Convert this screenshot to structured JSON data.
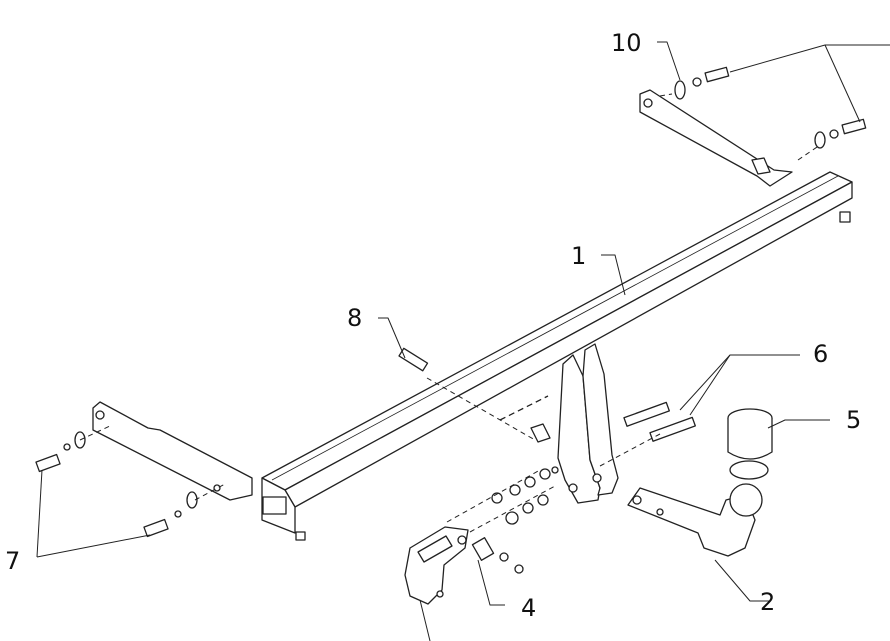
{
  "callouts": {
    "c1": "1",
    "c2": "2",
    "c4": "4",
    "c5": "5",
    "c6": "6",
    "c7": "7",
    "c8": "8",
    "c10": "10"
  }
}
